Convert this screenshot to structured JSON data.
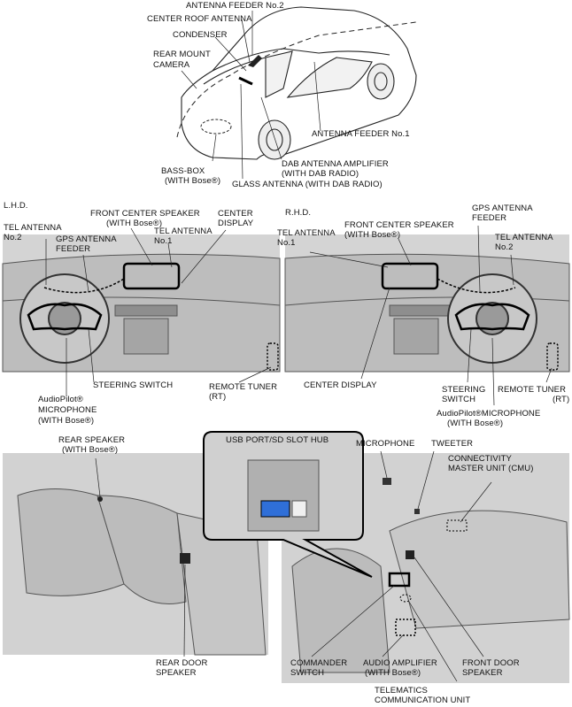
{
  "top": {
    "antenna_feeder_2": "ANTENNA FEEDER No.2",
    "center_roof_antenna": "CENTER ROOF ANTENNA",
    "condenser": "CONDENSER",
    "rear_mount_camera_1": "REAR MOUNT",
    "rear_mount_camera_2": "CAMERA",
    "antenna_feeder_1": "ANTENNA FEEDER No.1",
    "bass_box_1": "BASS-BOX",
    "bass_box_2": "(WITH Bose®)",
    "dab_amp_1": "DAB ANTENNA AMPLIFIER",
    "dab_amp_2": "(WITH DAB RADIO)",
    "glass_antenna": "GLASS ANTENNA (WITH DAB RADIO)"
  },
  "lhd": {
    "title": "L.H.D.",
    "tel_antenna_2a": "TEL ANTENNA",
    "tel_antenna_2b": "No.2",
    "front_center_speaker_a": "FRONT CENTER SPEAKER",
    "front_center_speaker_b": "(WITH Bose®)",
    "tel_antenna_1a": "TEL ANTENNA",
    "tel_antenna_1b": "No.1",
    "center_display_a": "CENTER",
    "center_display_b": "DISPLAY",
    "gps_a": "GPS ANTENNA",
    "gps_b": "FEEDER",
    "steering_switch": "STEERING SWITCH",
    "remote_tuner_a": "REMOTE TUNER",
    "remote_tuner_b": "(RT)",
    "audiopilot_a": "AudioPilot®",
    "audiopilot_b": "MICROPHONE",
    "audiopilot_c": "(WITH Bose®)"
  },
  "rhd": {
    "title": "R.H.D.",
    "tel_antenna_1a": "TEL ANTENNA",
    "tel_antenna_1b": "No.1",
    "front_center_speaker_a": "FRONT CENTER SPEAKER",
    "front_center_speaker_b": "(WITH Bose®)",
    "gps_a": "GPS ANTENNA",
    "gps_b": "FEEDER",
    "tel_antenna_2a": "TEL ANTENNA",
    "tel_antenna_2b": "No.2",
    "center_display": "CENTER DISPLAY",
    "steering_switch_a": "STEERING",
    "steering_switch_b": "SWITCH",
    "remote_tuner_a": "REMOTE TUNER",
    "remote_tuner_b": "(RT)",
    "audiopilot_a": "AudioPilot®MICROPHONE",
    "audiopilot_b": "(WITH Bose®)"
  },
  "bottom": {
    "rear_speaker_a": "REAR SPEAKER",
    "rear_speaker_b": "(WITH Bose®)",
    "usb_hub": "USB PORT/SD SLOT HUB",
    "microphone": "MICROPHONE",
    "tweeter": "TWEETER",
    "cmu_a": "CONNECTIVITY",
    "cmu_b": "MASTER UNIT (CMU)",
    "rear_door_speaker_a": "REAR DOOR",
    "rear_door_speaker_b": "SPEAKER",
    "commander_switch_a": "COMMANDER",
    "commander_switch_b": "SWITCH",
    "audio_amp_a": "AUDIO AMPLIFIER",
    "audio_amp_b": "(WITH Bose®)",
    "front_door_speaker_a": "FRONT DOOR",
    "front_door_speaker_b": "SPEAKER",
    "tcu_a": "TELEMATICS",
    "tcu_b": "COMMUNICATION UNIT"
  }
}
